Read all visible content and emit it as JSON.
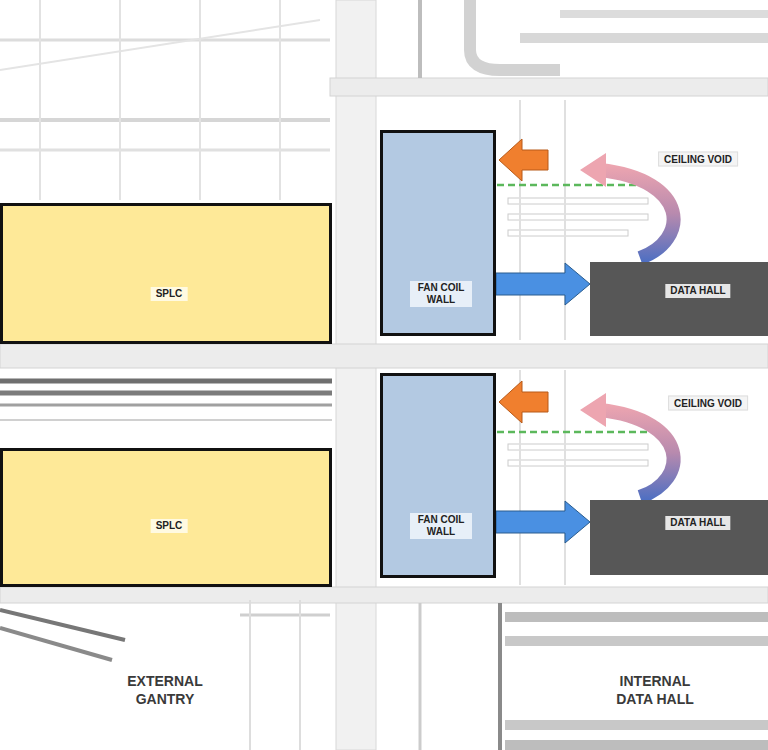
{
  "diagram": {
    "nodes": [
      {
        "text": [
          "SPLC"
        ]
      },
      {
        "text": [
          "FAN COIL WALL"
        ]
      },
      {
        "text": [
          "DATA HALL"
        ]
      },
      {
        "text": [
          "SPLC"
        ]
      },
      {
        "text": [
          "FAN COIL WALL"
        ]
      },
      {
        "text": [
          "DATA HALL"
        ]
      }
    ],
    "edges": [
      {
        "from": 1,
        "to": 2,
        "arrow": "to"
      },
      {
        "from": 4,
        "to": 5,
        "arrow": "to"
      }
    ],
    "labels": [
      "CEILING VOID",
      "CEILING VOID",
      "EXTERNAL GANTRY",
      "INTERNAL DATA HALL"
    ]
  }
}
